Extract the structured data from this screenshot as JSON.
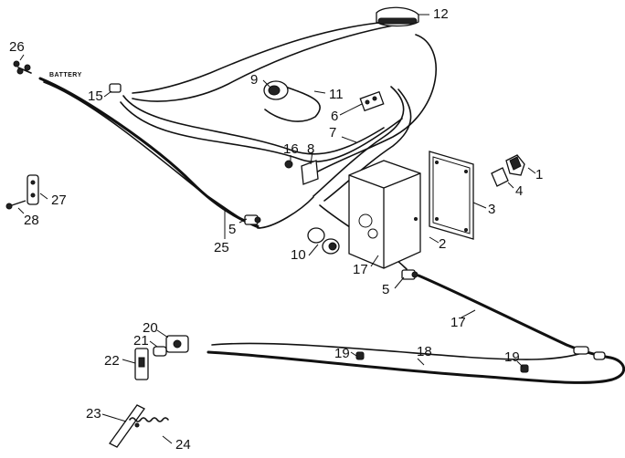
{
  "callouts": {
    "c1": "1",
    "c2": "2",
    "c3": "3",
    "c4": "4",
    "c5a": "5",
    "c5b": "5",
    "c6": "6",
    "c7": "7",
    "c8": "8",
    "c9": "9",
    "c10": "10",
    "c11": "11",
    "c12": "12",
    "c15": "15",
    "c16": "16",
    "c17a": "17",
    "c17b": "17",
    "c18": "18",
    "c19a": "19",
    "c19b": "19",
    "c20": "20",
    "c21": "21",
    "c22": "22",
    "c23": "23",
    "c24": "24",
    "c25": "25",
    "c26": "26",
    "c27": "27",
    "c28": "28"
  },
  "wire_label": "BATTERY"
}
